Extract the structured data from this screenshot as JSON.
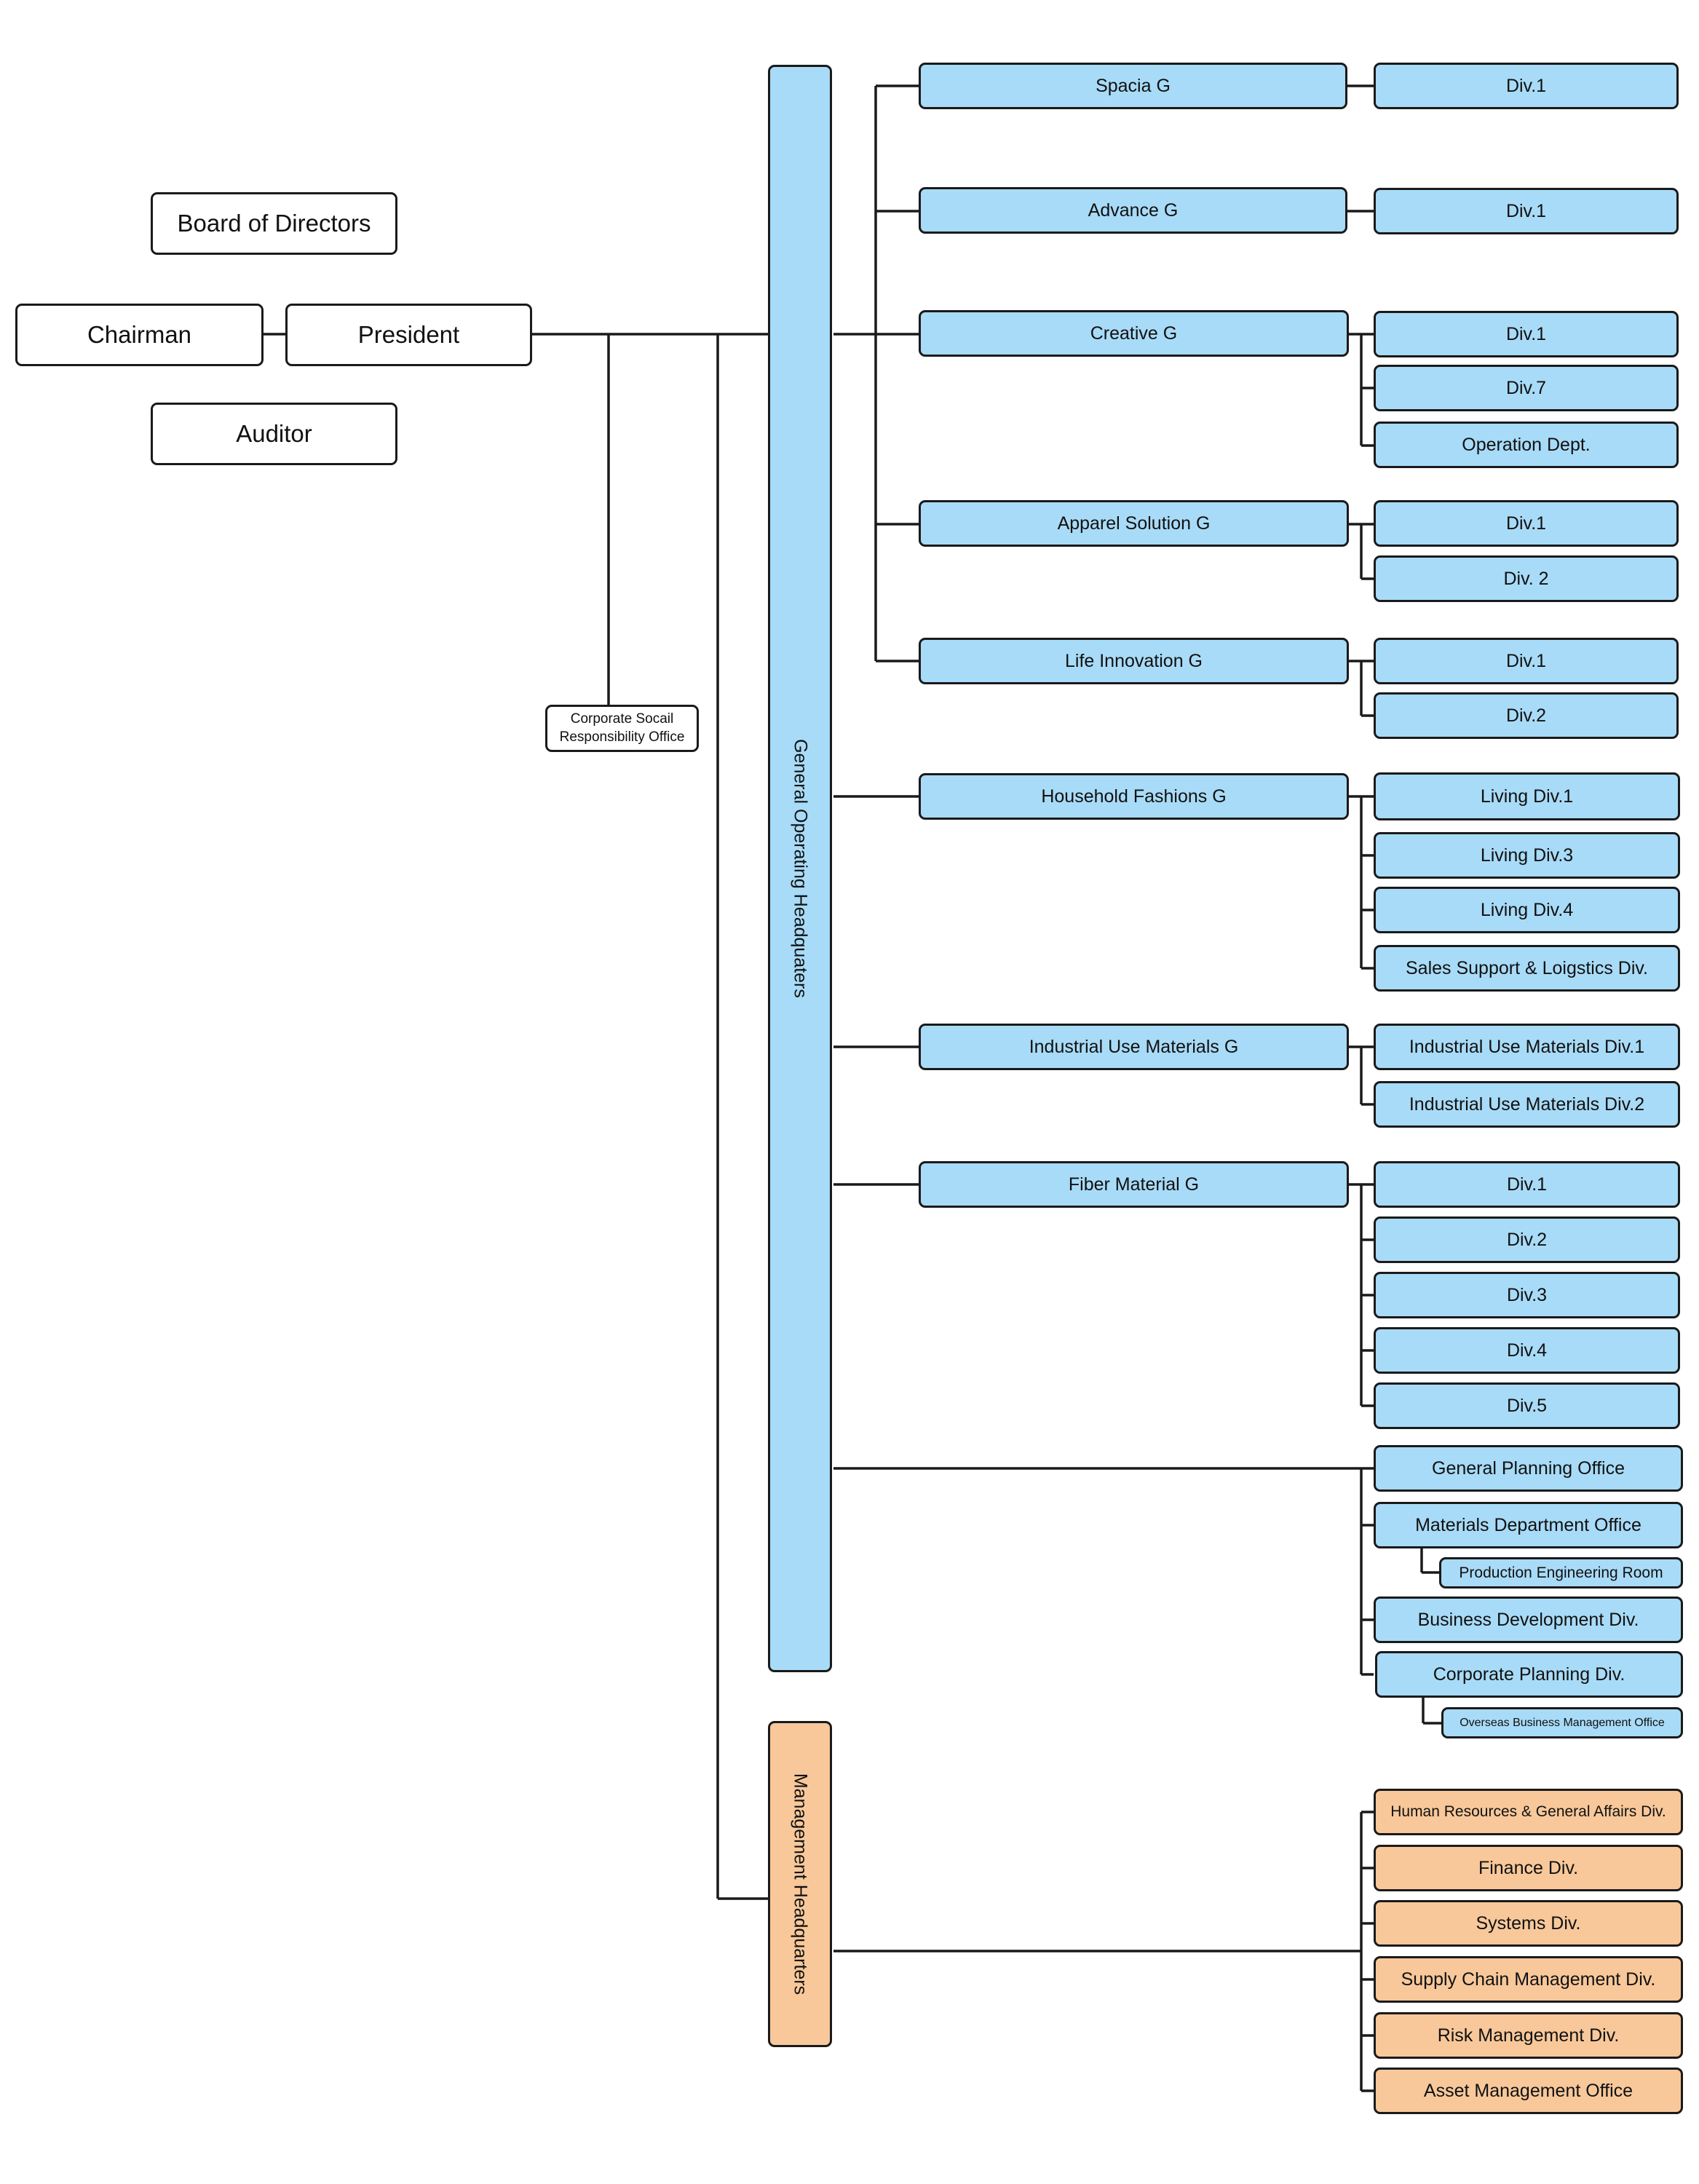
{
  "executives": {
    "board": "Board of Directors",
    "chairman": "Chairman",
    "president": "President",
    "auditor": "Auditor"
  },
  "csr_office": {
    "line1": "Corporate Socail",
    "line2": "Responsibility Office"
  },
  "general_hq": {
    "label": "General Operating Headquaters",
    "color": "#a8dbf7",
    "groups": [
      {
        "name": "Spacia G",
        "divisions": [
          "Div.1"
        ]
      },
      {
        "name": "Advance G",
        "divisions": [
          "Div.1"
        ]
      },
      {
        "name": "Creative G",
        "divisions": [
          "Div.1",
          "Div.7",
          "Operation Dept."
        ]
      },
      {
        "name": "Apparel Solution G",
        "divisions": [
          "Div.1",
          "Div. 2"
        ]
      },
      {
        "name": "Life Innovation G",
        "divisions": [
          "Div.1",
          "Div.2"
        ]
      },
      {
        "name": "Household Fashions G",
        "divisions": [
          "Living Div.1",
          "Living Div.3",
          "Living Div.4",
          "Sales Support & Loigstics Div."
        ]
      },
      {
        "name": "Industrial Use Materials G",
        "divisions": [
          "Industrial Use Materials Div.1",
          "Industrial Use Materials Div.2"
        ]
      },
      {
        "name": "Fiber Material G",
        "divisions": [
          "Div.1",
          "Div.2",
          "Div.3",
          "Div.4",
          "Div.5"
        ]
      }
    ],
    "offices": [
      {
        "name": "General Planning Office"
      },
      {
        "name": "Materials Department Office",
        "sub": "Production Engineering Room"
      },
      {
        "name": "Business Development Div."
      },
      {
        "name": "Corporate Planning Div.",
        "sub": "Overseas Business Management Office"
      }
    ]
  },
  "management_hq": {
    "label": "Management Headquarters",
    "color": "#f8c89a",
    "divisions": [
      "Human Resources & General Affairs Div.",
      "Finance Div.",
      "Systems Div.",
      "Supply Chain Management Div.",
      "Risk Management Div.",
      "Asset Management Office"
    ]
  }
}
